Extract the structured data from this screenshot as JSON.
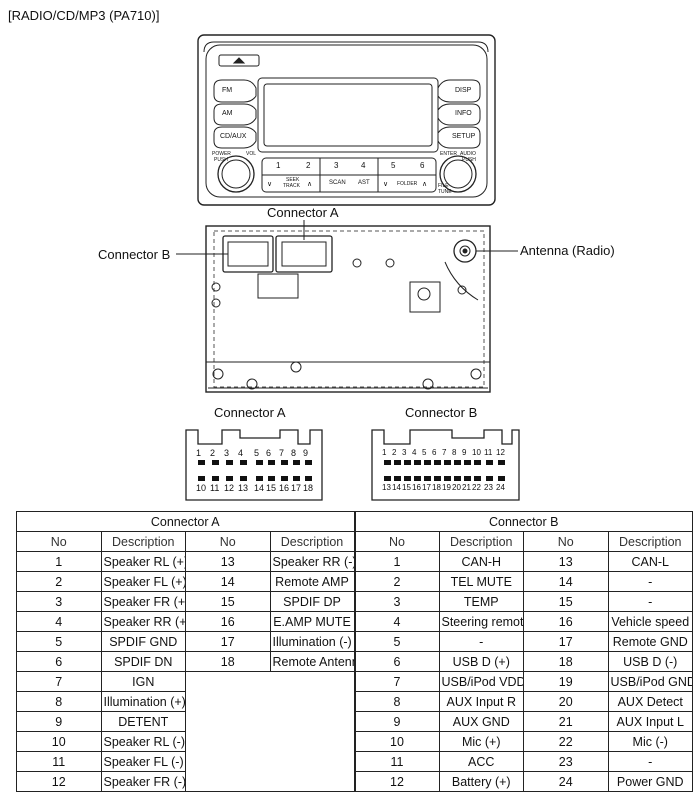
{
  "title": "[RADIO/CD/MP3 (PA710)]",
  "front": {
    "left_buttons": [
      "FM",
      "AM",
      "CD/AUX"
    ],
    "right_buttons": [
      "DISP",
      "INFO",
      "SETUP"
    ],
    "power_vol": [
      "POWER",
      "PUSH",
      "VOL"
    ],
    "enter": "ENTER",
    "audio_push": [
      "AUDIO",
      "PUSH"
    ],
    "file_tune": [
      "FILE",
      "TUNE"
    ],
    "presets": [
      "1",
      "2",
      "3",
      "4",
      "5",
      "6"
    ],
    "seek_track": [
      "SEEK",
      "TRACK"
    ],
    "scan": "SCAN",
    "ast": "AST",
    "folder": "FOLDER"
  },
  "callouts": {
    "connector_a": "Connector A",
    "connector_b": "Connector B",
    "antenna": "Antenna (Radio)"
  },
  "pinouts": {
    "a_label": "Connector A",
    "b_label": "Connector B",
    "a_top": [
      "1",
      "2",
      "3",
      "4",
      "5",
      "6",
      "7",
      "8",
      "9"
    ],
    "a_bottom": [
      "10",
      "11",
      "12",
      "13",
      "14",
      "15",
      "16",
      "17",
      "18"
    ],
    "b_top": [
      "1",
      "2",
      "3",
      "4",
      "5",
      "6",
      "7",
      "8",
      "9",
      "10",
      "11",
      "12"
    ],
    "b_bottom": [
      "13",
      "14",
      "15",
      "16",
      "17",
      "18",
      "19",
      "20",
      "21",
      "22",
      "23",
      "24"
    ]
  },
  "table": {
    "connector_a": "Connector A",
    "connector_b": "Connector B",
    "headers": [
      "No",
      "Description",
      "No",
      "Description",
      "No",
      "Description",
      "No",
      "Description"
    ],
    "rows": [
      [
        "1",
        "Speaker RL (+)",
        "13",
        "Speaker RR (-)",
        "1",
        "CAN-H",
        "13",
        "CAN-L"
      ],
      [
        "2",
        "Speaker FL (+)",
        "14",
        "Remote AMP",
        "2",
        "TEL MUTE",
        "14",
        "-"
      ],
      [
        "3",
        "Speaker FR (+)",
        "15",
        "SPDIF DP",
        "3",
        "TEMP",
        "15",
        "-"
      ],
      [
        "4",
        "Speaker RR (+)",
        "16",
        "E.AMP MUTE",
        "4",
        "Steering remote",
        "16",
        "Vehicle speed"
      ],
      [
        "5",
        "SPDIF GND",
        "17",
        "Illumination (-)",
        "5",
        "-",
        "17",
        "Remote GND"
      ],
      [
        "6",
        "SPDIF DN",
        "18",
        "Remote Antenna",
        "6",
        "USB D (+)",
        "18",
        "USB D (-)"
      ],
      [
        "7",
        "IGN",
        "",
        "",
        "7",
        "USB/iPod VDD",
        "19",
        "USB/iPod GND"
      ],
      [
        "8",
        "Illumination (+)",
        "",
        "",
        "8",
        "AUX Input R",
        "20",
        "AUX Detect"
      ],
      [
        "9",
        "DETENT",
        "",
        "",
        "9",
        "AUX GND",
        "21",
        "AUX Input L"
      ],
      [
        "10",
        "Speaker RL (-)",
        "",
        "",
        "10",
        "Mic (+)",
        "22",
        "Mic (-)"
      ],
      [
        "11",
        "Speaker FL (-)",
        "",
        "",
        "11",
        "ACC",
        "23",
        "-"
      ],
      [
        "12",
        "Speaker FR (-)",
        "",
        "",
        "12",
        "Battery (+)",
        "24",
        "Power GND"
      ]
    ]
  }
}
